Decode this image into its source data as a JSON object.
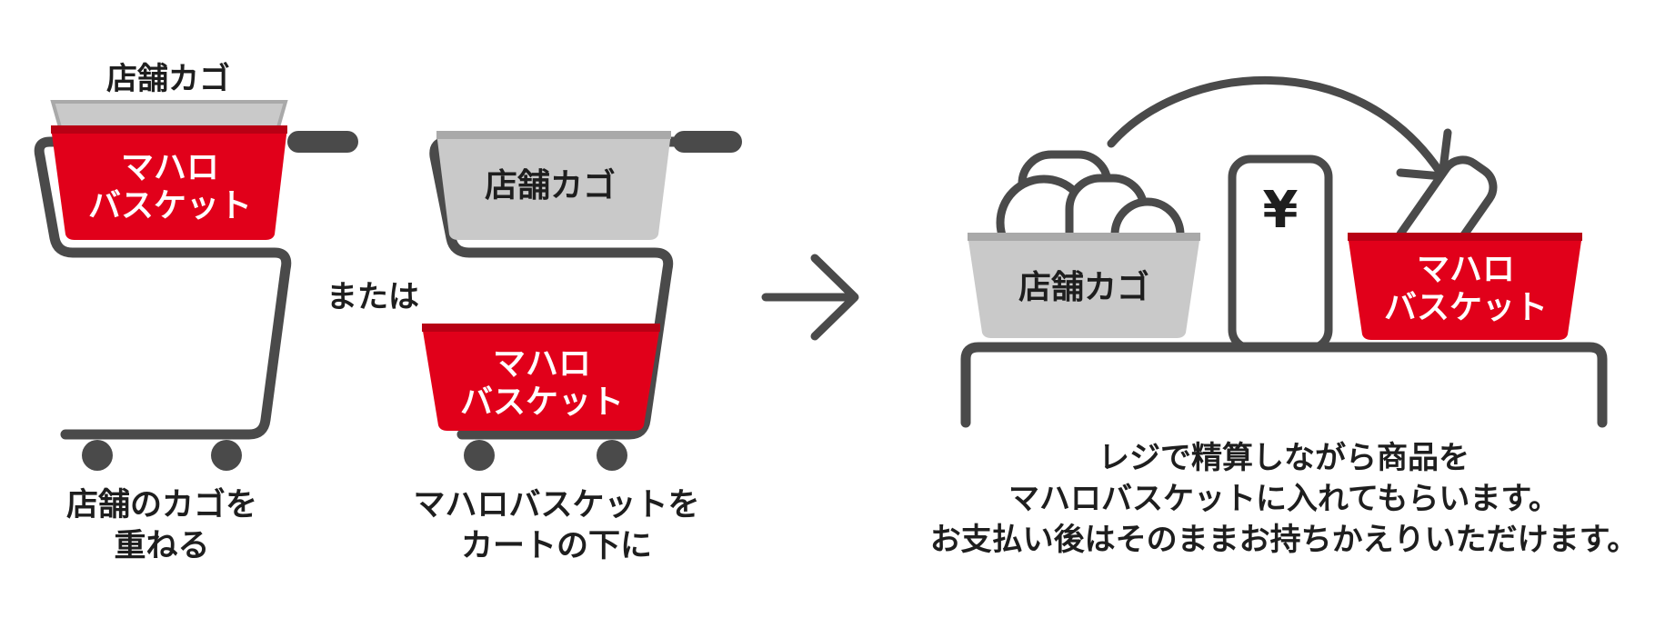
{
  "colors": {
    "dark": "#4a4a4a",
    "text": "#1e1e1e",
    "red": "#e1001a",
    "red_rim": "#b80014",
    "gray": "#c9c9c9",
    "gray_rim": "#a9a9a9",
    "white": "#ffffff"
  },
  "step1": {
    "top_label": "店舗カゴ",
    "basket_line1": "マハロ",
    "basket_line2": "バスケット",
    "caption_line1": "店舗のカゴを",
    "caption_line2": "重ねる"
  },
  "or_label": "または",
  "step2": {
    "top_basket_label": "店舗カゴ",
    "basket_line1": "マハロ",
    "basket_line2": "バスケット",
    "caption_line1": "マハロバスケットを",
    "caption_line2": "カートの下に"
  },
  "arrow_icon": "arrow-right-icon",
  "step3": {
    "store_basket_label": "店舗カゴ",
    "register_symbol": "¥",
    "basket_line1": "マハロ",
    "basket_line2": "バスケット",
    "caption_line1": "レジで精算しながら商品を",
    "caption_line2": "マハロバスケットに入れてもらいます。",
    "caption_line3": "お支払い後はそのままお持ちかえりいただけます。"
  }
}
